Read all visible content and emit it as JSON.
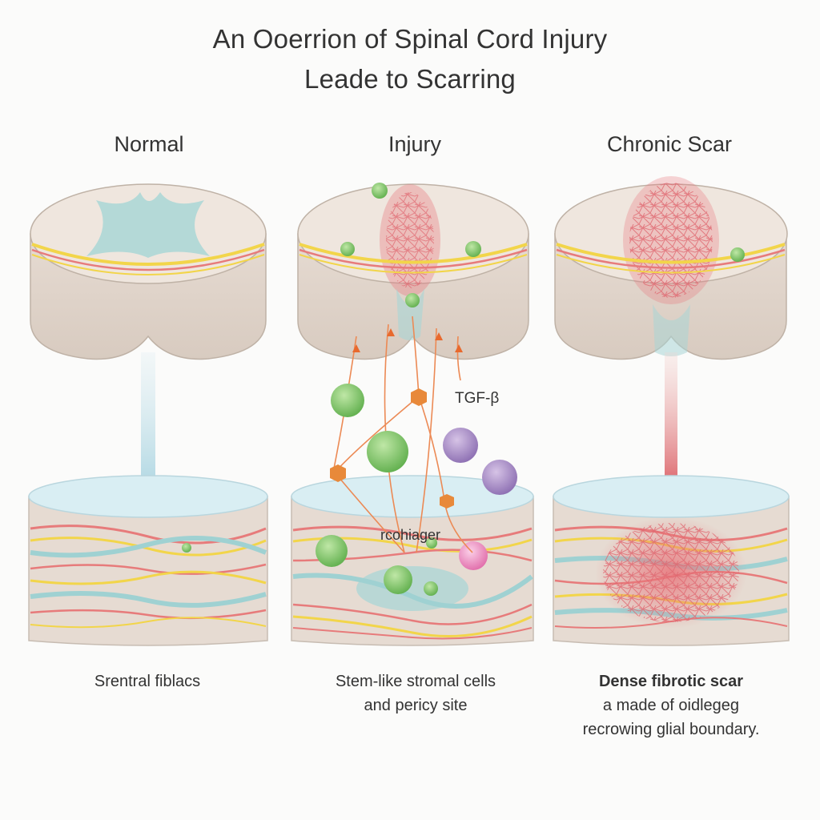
{
  "title": {
    "line1": "An Ooerrion of Spinal Cord Injury",
    "line2": "Leade to Scarring"
  },
  "panels": [
    {
      "label": "Normal",
      "caption": [
        "Srentral fiblacs"
      ]
    },
    {
      "label": "Injury",
      "caption": [
        "Stem-like stromal cells",
        "and pericy site"
      ]
    },
    {
      "label": "Chronic Scar",
      "caption": [
        "Dense fibrotic scar",
        "a made of oidlegeg",
        "recrowing glial boundary."
      ]
    }
  ],
  "annotations": {
    "tgf": "TGF-β",
    "macrophage": "rcohiager"
  },
  "colors": {
    "tissue": "#e8ddd4",
    "grey_matter": "#9fd1d2",
    "axon_yellow": "#f2d54a",
    "axon_red": "#e77b7b",
    "fibrotic": "#e8747a",
    "cell_green": "#7cc46a",
    "cell_purple": "#a98cc4",
    "pericyte_orange": "#e8893a",
    "cell_pink": "#ee8fc2"
  }
}
